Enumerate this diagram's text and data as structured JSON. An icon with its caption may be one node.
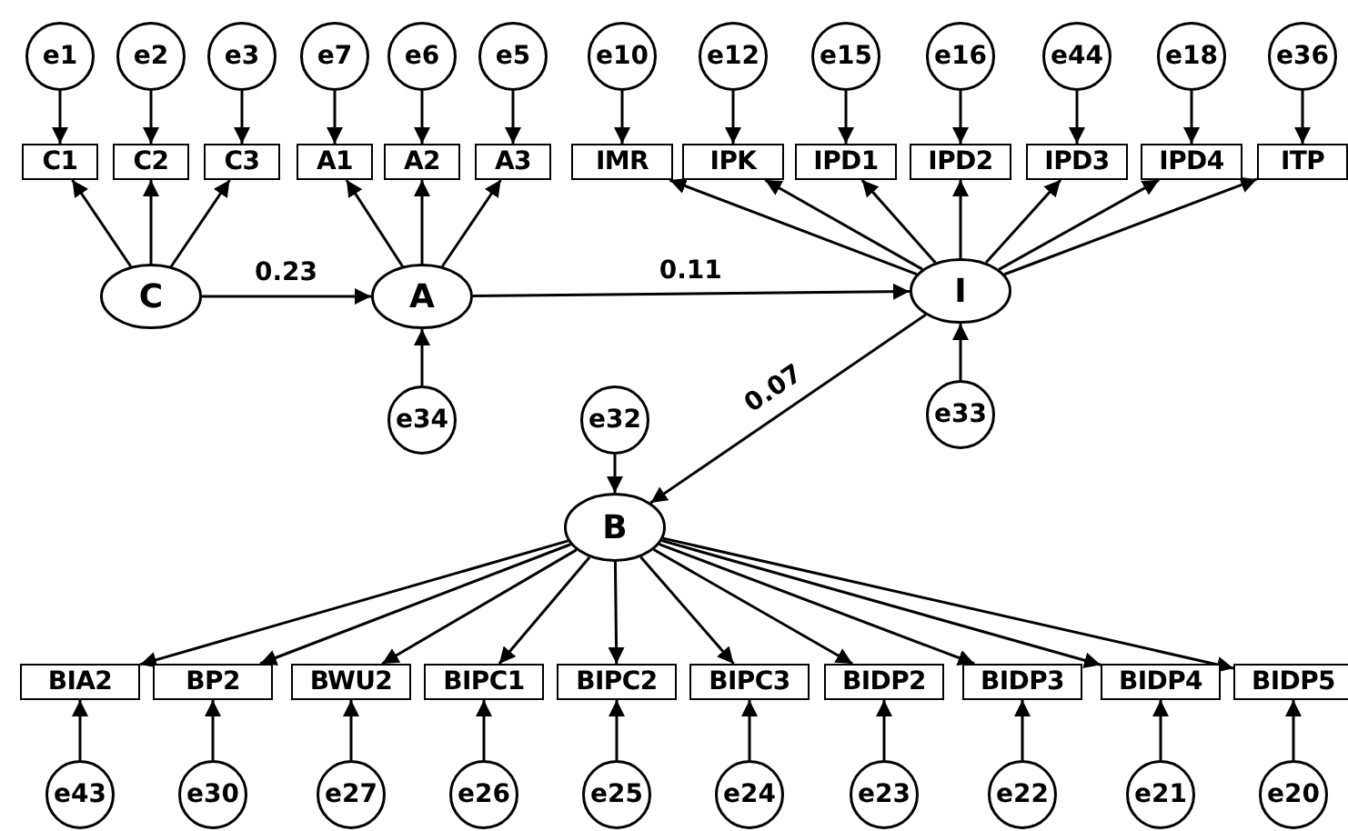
{
  "diagram": {
    "nodes": [
      {
        "text": [
          "e1"
        ]
      },
      {
        "text": [
          "e2"
        ]
      },
      {
        "text": [
          "e3"
        ]
      },
      {
        "text": [
          "e7"
        ]
      },
      {
        "text": [
          "e6"
        ]
      },
      {
        "text": [
          "e5"
        ]
      },
      {
        "text": [
          "e10"
        ]
      },
      {
        "text": [
          "e12"
        ]
      },
      {
        "text": [
          "e15"
        ]
      },
      {
        "text": [
          "e16"
        ]
      },
      {
        "text": [
          "e44"
        ]
      },
      {
        "text": [
          "e18"
        ]
      },
      {
        "text": [
          "e36"
        ]
      },
      {
        "text": [
          "C1"
        ]
      },
      {
        "text": [
          "C2"
        ]
      },
      {
        "text": [
          "C3"
        ]
      },
      {
        "text": [
          "A1"
        ]
      },
      {
        "text": [
          "A2"
        ]
      },
      {
        "text": [
          "A3"
        ]
      },
      {
        "text": [
          "IMR"
        ]
      },
      {
        "text": [
          "IPK"
        ]
      },
      {
        "text": [
          "IPD1"
        ]
      },
      {
        "text": [
          "IPD2"
        ]
      },
      {
        "text": [
          "IPD3"
        ]
      },
      {
        "text": [
          "IPD4"
        ]
      },
      {
        "text": [
          "ITP"
        ]
      },
      {
        "text": [
          "C"
        ]
      },
      {
        "text": [
          "A"
        ]
      },
      {
        "text": [
          "I"
        ]
      },
      {
        "text": [
          "e34"
        ]
      },
      {
        "text": [
          "e33"
        ]
      },
      {
        "text": [
          "e32"
        ]
      },
      {
        "text": [
          "B"
        ]
      },
      {
        "text": [
          "BIA2"
        ]
      },
      {
        "text": [
          "BP2"
        ]
      },
      {
        "text": [
          "BWU2"
        ]
      },
      {
        "text": [
          "BIPC1"
        ]
      },
      {
        "text": [
          "BIPC2"
        ]
      },
      {
        "text": [
          "BIPC3"
        ]
      },
      {
        "text": [
          "BIDP2"
        ]
      },
      {
        "text": [
          "BIDP3"
        ]
      },
      {
        "text": [
          "BIDP4"
        ]
      },
      {
        "text": [
          "BIDP5"
        ]
      },
      {
        "text": [
          "e43"
        ]
      },
      {
        "text": [
          "e30"
        ]
      },
      {
        "text": [
          "e27"
        ]
      },
      {
        "text": [
          "e26"
        ]
      },
      {
        "text": [
          "e25"
        ]
      },
      {
        "text": [
          "e24"
        ]
      },
      {
        "text": [
          "e23"
        ]
      },
      {
        "text": [
          "e22"
        ]
      },
      {
        "text": [
          "e21"
        ]
      },
      {
        "text": [
          "e20"
        ]
      }
    ],
    "edges": [
      {
        "from": 0,
        "to": 13,
        "arrow": "to"
      },
      {
        "from": 1,
        "to": 14,
        "arrow": "to"
      },
      {
        "from": 2,
        "to": 15,
        "arrow": "to"
      },
      {
        "from": 3,
        "to": 16,
        "arrow": "to"
      },
      {
        "from": 4,
        "to": 17,
        "arrow": "to"
      },
      {
        "from": 5,
        "to": 18,
        "arrow": "to"
      },
      {
        "from": 6,
        "to": 19,
        "arrow": "to"
      },
      {
        "from": 7,
        "to": 20,
        "arrow": "to"
      },
      {
        "from": 8,
        "to": 21,
        "arrow": "to"
      },
      {
        "from": 9,
        "to": 22,
        "arrow": "to"
      },
      {
        "from": 10,
        "to": 23,
        "arrow": "to"
      },
      {
        "from": 11,
        "to": 24,
        "arrow": "to"
      },
      {
        "from": 12,
        "to": 25,
        "arrow": "to"
      },
      {
        "from": 26,
        "to": 13,
        "arrow": "to"
      },
      {
        "from": 26,
        "to": 14,
        "arrow": "to"
      },
      {
        "from": 26,
        "to": 15,
        "arrow": "to"
      },
      {
        "from": 27,
        "to": 16,
        "arrow": "to"
      },
      {
        "from": 27,
        "to": 17,
        "arrow": "to"
      },
      {
        "from": 27,
        "to": 18,
        "arrow": "to"
      },
      {
        "from": 28,
        "to": 19,
        "arrow": "to"
      },
      {
        "from": 28,
        "to": 20,
        "arrow": "to"
      },
      {
        "from": 28,
        "to": 21,
        "arrow": "to"
      },
      {
        "from": 28,
        "to": 22,
        "arrow": "to"
      },
      {
        "from": 28,
        "to": 23,
        "arrow": "to"
      },
      {
        "from": 28,
        "to": 24,
        "arrow": "to"
      },
      {
        "from": 28,
        "to": 25,
        "arrow": "to"
      },
      {
        "from": 26,
        "to": 27,
        "label": "0.23",
        "arrow": "to"
      },
      {
        "from": 27,
        "to": 28,
        "label": "0.11",
        "arrow": "to"
      },
      {
        "from": 29,
        "to": 27,
        "arrow": "to"
      },
      {
        "from": 30,
        "to": 28,
        "arrow": "to"
      },
      {
        "from": 28,
        "to": 32,
        "label": "0.07",
        "arrow": "to"
      },
      {
        "from": 31,
        "to": 32,
        "arrow": "to"
      },
      {
        "from": 32,
        "to": 33,
        "arrow": "to"
      },
      {
        "from": 32,
        "to": 34,
        "arrow": "to"
      },
      {
        "from": 32,
        "to": 35,
        "arrow": "to"
      },
      {
        "from": 32,
        "to": 36,
        "arrow": "to"
      },
      {
        "from": 32,
        "to": 37,
        "arrow": "to"
      },
      {
        "from": 32,
        "to": 38,
        "arrow": "to"
      },
      {
        "from": 32,
        "to": 39,
        "arrow": "to"
      },
      {
        "from": 32,
        "to": 40,
        "arrow": "to"
      },
      {
        "from": 32,
        "to": 41,
        "arrow": "to"
      },
      {
        "from": 32,
        "to": 42,
        "arrow": "to"
      },
      {
        "from": 43,
        "to": 33,
        "arrow": "to"
      },
      {
        "from": 44,
        "to": 34,
        "arrow": "to"
      },
      {
        "from": 45,
        "to": 35,
        "arrow": "to"
      },
      {
        "from": 46,
        "to": 36,
        "arrow": "to"
      },
      {
        "from": 47,
        "to": 37,
        "arrow": "to"
      },
      {
        "from": 48,
        "to": 38,
        "arrow": "to"
      },
      {
        "from": 49,
        "to": 39,
        "arrow": "to"
      },
      {
        "from": 50,
        "to": 40,
        "arrow": "to"
      },
      {
        "from": 51,
        "to": 41,
        "arrow": "to"
      },
      {
        "from": 52,
        "to": 42,
        "arrow": "to"
      }
    ]
  }
}
